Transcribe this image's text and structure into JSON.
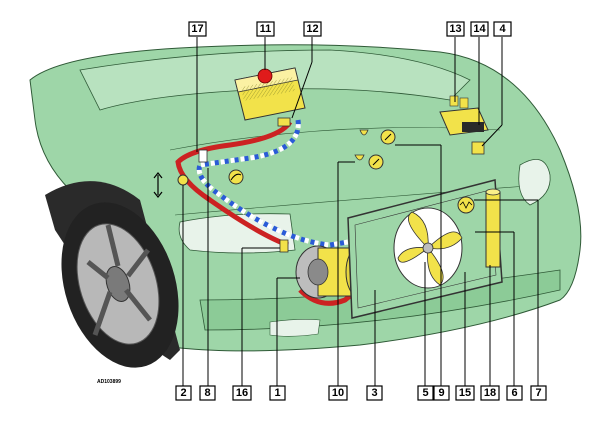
{
  "diagram": {
    "reference_code": "AD103899",
    "colors": {
      "car_body": "#9ed6a8",
      "car_outline": "#2f5a37",
      "tire": "#222222",
      "wheel": "#b8b8b8",
      "high_pressure_line": "#cc2222",
      "low_pressure_line": "#2a5bd7",
      "component_yellow": "#f2e24a",
      "background": "#ffffff"
    },
    "callouts": [
      {
        "id": "c1",
        "label": "1"
      },
      {
        "id": "c2",
        "label": "2"
      },
      {
        "id": "c3",
        "label": "3"
      },
      {
        "id": "c4",
        "label": "4"
      },
      {
        "id": "c5",
        "label": "5"
      },
      {
        "id": "c6",
        "label": "6"
      },
      {
        "id": "c7",
        "label": "7"
      },
      {
        "id": "c8",
        "label": "8"
      },
      {
        "id": "c9",
        "label": "9"
      },
      {
        "id": "c10",
        "label": "10"
      },
      {
        "id": "c11",
        "label": "11"
      },
      {
        "id": "c12",
        "label": "12"
      },
      {
        "id": "c13",
        "label": "13"
      },
      {
        "id": "c14",
        "label": "14"
      },
      {
        "id": "c15",
        "label": "15"
      },
      {
        "id": "c16",
        "label": "16"
      },
      {
        "id": "c17",
        "label": "17"
      },
      {
        "id": "c18",
        "label": "18"
      }
    ]
  }
}
